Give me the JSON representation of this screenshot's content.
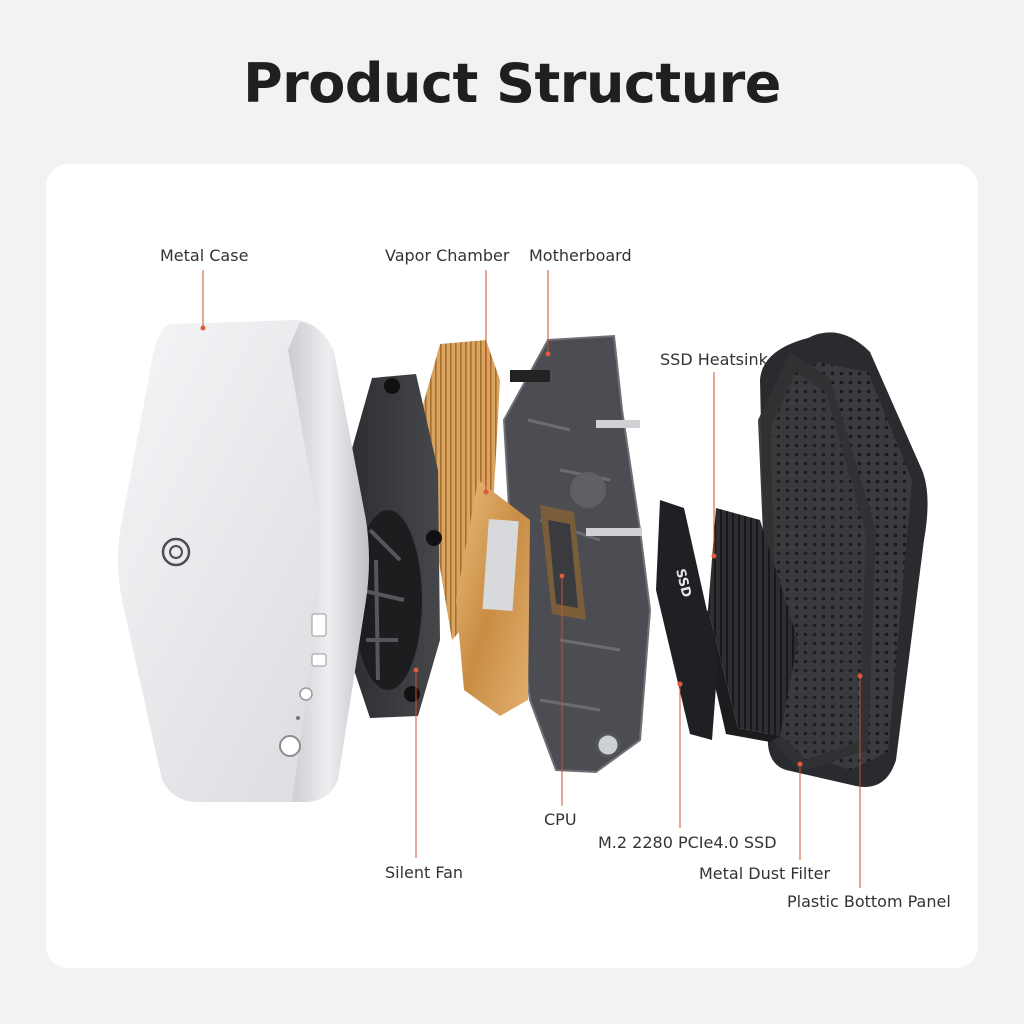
{
  "title": "Product Structure",
  "components": {
    "metal_case": "Metal Case",
    "vapor_chamber": "Vapor Chamber",
    "motherboard": "Motherboard",
    "ssd_heatsink": "SSD Heatsink",
    "cpu": "CPU",
    "silent_fan": "Silent Fan",
    "ssd": "M.2 2280 PCIe4.0 SSD",
    "metal_dust_filter": "Metal Dust Filter",
    "plastic_bottom_panel": "Plastic Bottom Panel"
  },
  "ssd_chip_text": "SSD",
  "colors": {
    "leader": "#c8502a",
    "accent_dot": "#e0593a",
    "case": "#e6e7ea",
    "copper": "#d7a05a",
    "board": "#4b4d52"
  }
}
